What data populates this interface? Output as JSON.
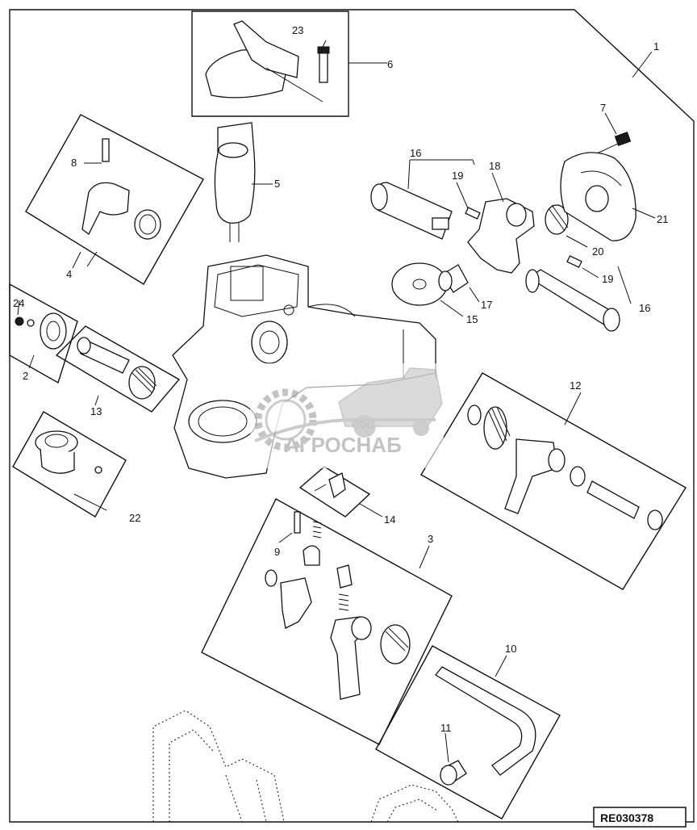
{
  "callouts": {
    "c1": "1",
    "c2": "2",
    "c3": "3",
    "c4": "4",
    "c5": "5",
    "c6": "6",
    "c7": "7",
    "c8": "8",
    "c9": "9",
    "c10": "10",
    "c11": "11",
    "c12": "12",
    "c13": "13",
    "c14": "14",
    "c15": "15",
    "c16a": "16",
    "c16b": "16",
    "c17": "17",
    "c18": "18",
    "c19a": "19",
    "c19b": "19",
    "c20": "20",
    "c21": "21",
    "c22": "22",
    "c23": "23",
    "c24": "24"
  },
  "watermark": {
    "small_text": "ООО",
    "brand_text": "АГРОСНАБ"
  },
  "reference_code": "RE030378"
}
